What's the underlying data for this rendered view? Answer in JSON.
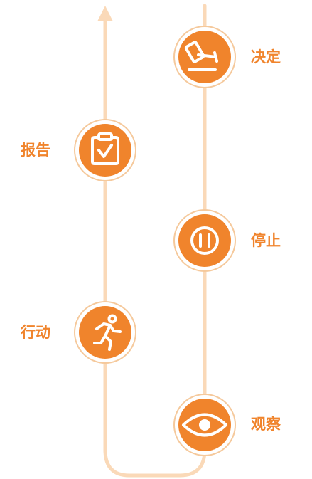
{
  "colors": {
    "accent": "#f0842c",
    "track": "#fad9b8",
    "ring_border": "#f5c99c",
    "icon_stroke": "#ffffff"
  },
  "steps": [
    {
      "label": "观察",
      "icon": "eye-icon"
    },
    {
      "label": "停止",
      "icon": "pause-icon"
    },
    {
      "label": "决定",
      "icon": "gavel-icon"
    },
    {
      "label": "行动",
      "icon": "running-person-icon"
    },
    {
      "label": "报告",
      "icon": "clipboard-check-icon"
    }
  ]
}
